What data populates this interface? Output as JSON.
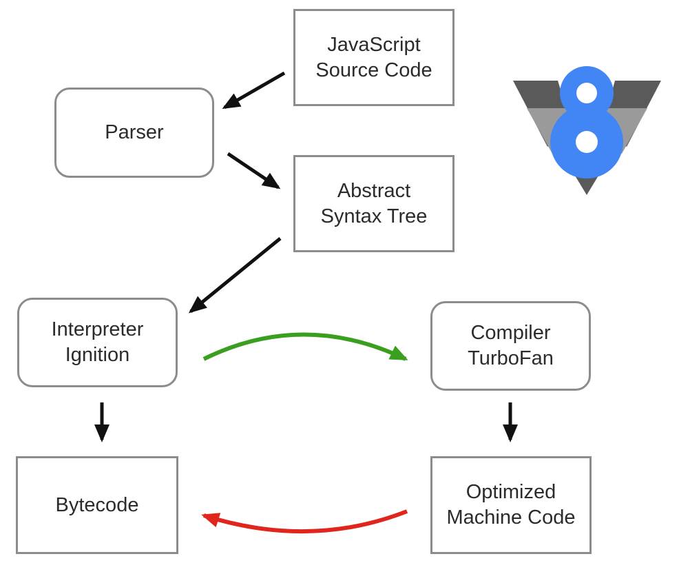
{
  "nodes": {
    "js_source": {
      "line1": "JavaScript",
      "line2": "Source Code"
    },
    "parser": {
      "label": "Parser"
    },
    "ast": {
      "line1": "Abstract",
      "line2": "Syntax Tree"
    },
    "interpreter": {
      "line1": "Interpreter",
      "line2": "Ignition"
    },
    "compiler": {
      "line1": "Compiler",
      "line2": "TurboFan"
    },
    "bytecode": {
      "label": "Bytecode"
    },
    "optimized": {
      "line1": "Optimized",
      "line2": "Machine Code"
    }
  },
  "edges": [
    {
      "from": "js_source",
      "to": "parser",
      "color": "#111111"
    },
    {
      "from": "parser",
      "to": "ast",
      "color": "#111111"
    },
    {
      "from": "ast",
      "to": "interpreter",
      "color": "#111111"
    },
    {
      "from": "interpreter",
      "to": "bytecode",
      "color": "#111111"
    },
    {
      "from": "compiler",
      "to": "optimized",
      "color": "#111111"
    },
    {
      "from": "interpreter",
      "to": "compiler",
      "color": "#3a9e1e"
    },
    {
      "from": "optimized",
      "to": "bytecode",
      "color": "#e0261c"
    }
  ],
  "logo": {
    "icon": "v8-logo-icon",
    "colors": {
      "blue": "#4285f4",
      "dark_gray": "#5a5a5a",
      "light_gray": "#9a9a9a"
    }
  }
}
